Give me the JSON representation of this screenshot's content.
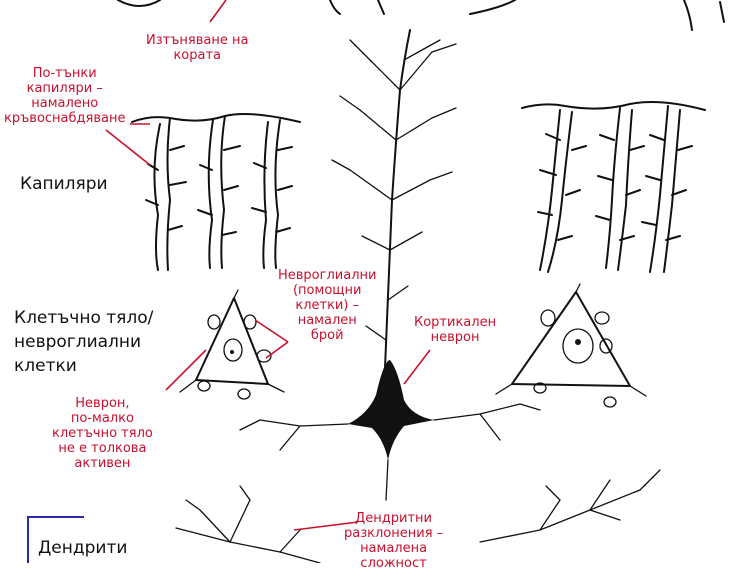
{
  "labels": {
    "cortex_thinning": "Изтъняване на\nкората",
    "thinner_capillaries": "По-тънки\nкапиляри –\nнамалено\nкръвоснабдяване",
    "capillaries": "Капиляри",
    "cell_body": "Клетъчно тяло/\nневроглиални\nклетки",
    "neuroglial": "Невроглиални\n(помощни\nклетки) –\nнамален\nброй",
    "cortical_neuron": "Кортикален\nневрон",
    "neuron_less_active": "Неврон,\nпо-малко\nклетъчно тяло\nне е толкова\nактивен",
    "dendritic_branching": "Дендритни\nразклонения –\nнамалена\nсложност",
    "dendrites": "Дендрити"
  },
  "colors": {
    "annotation": "#c8102e",
    "ink": "#111111",
    "bracket": "#2a2aa8"
  }
}
